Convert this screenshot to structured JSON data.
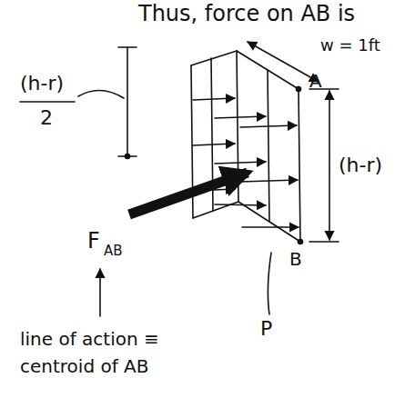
{
  "diagram": {
    "labels": [
      "Thus, force on AB is",
      "w = 1ft",
      "A",
      "(h-r)",
      "2",
      "(h-r)",
      "B",
      "F",
      "AB",
      "P",
      "line of action ≡",
      "centroid of AB"
    ]
  }
}
